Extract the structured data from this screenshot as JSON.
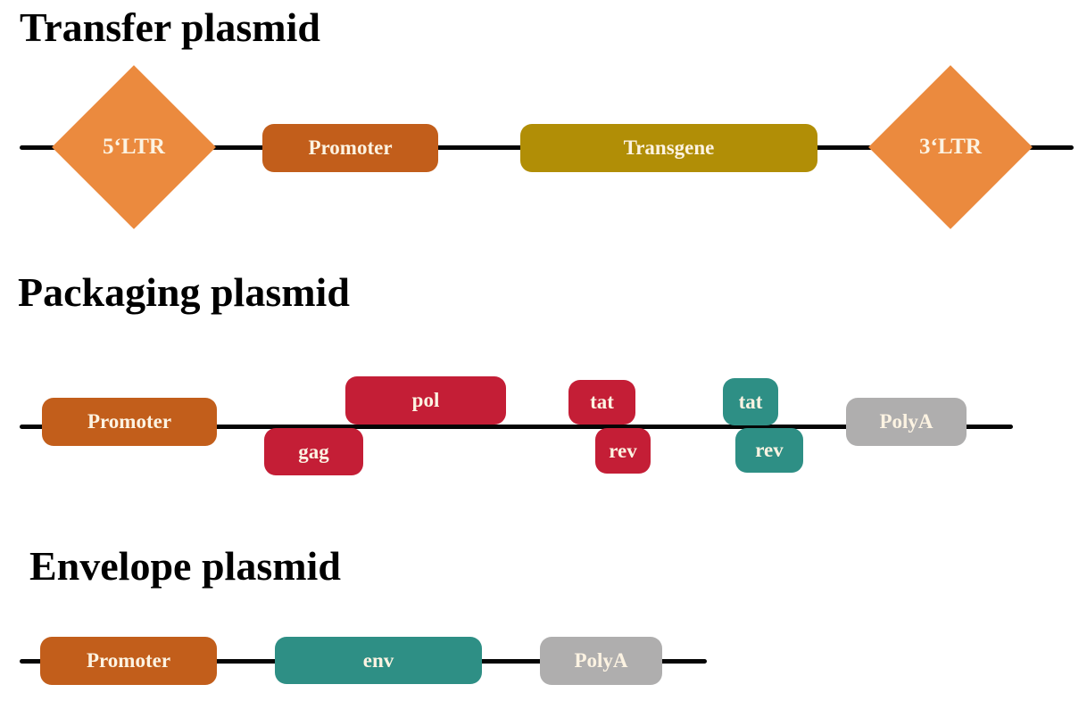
{
  "figure": {
    "sections": [
      {
        "title": "Transfer plasmid",
        "elements": [
          {
            "label": "5‘LTR",
            "shape": "diamond",
            "color": "#EB8A3E"
          },
          {
            "label": "Promoter",
            "shape": "rounded-box",
            "color": "#C25E1B"
          },
          {
            "label": "Transgene",
            "shape": "rounded-box",
            "color": "#B18E06"
          },
          {
            "label": "3‘LTR",
            "shape": "diamond",
            "color": "#EB8A3E"
          }
        ]
      },
      {
        "title": "Packaging plasmid",
        "elements": [
          {
            "label": "Promoter",
            "shape": "rounded-box",
            "color": "#C25E1B",
            "offset": "on-line"
          },
          {
            "label": "gag",
            "shape": "rounded-box",
            "color": "#C41E36",
            "offset": "below-line"
          },
          {
            "label": "pol",
            "shape": "rounded-box",
            "color": "#C41E36",
            "offset": "above-line"
          },
          {
            "label": "tat",
            "shape": "rounded-box",
            "color": "#C41E36",
            "offset": "above-line"
          },
          {
            "label": "rev",
            "shape": "rounded-box",
            "color": "#C41E36",
            "offset": "below-line"
          },
          {
            "label": "tat",
            "shape": "rounded-box",
            "color": "#2E8F85",
            "offset": "above-line"
          },
          {
            "label": "rev",
            "shape": "rounded-box",
            "color": "#2E8F85",
            "offset": "below-line"
          },
          {
            "label": "PolyA",
            "shape": "rounded-box",
            "color": "#AFAEAE",
            "offset": "on-line"
          }
        ]
      },
      {
        "title": "Envelope plasmid",
        "elements": [
          {
            "label": "Promoter",
            "shape": "rounded-box",
            "color": "#C25E1B"
          },
          {
            "label": "env",
            "shape": "rounded-box",
            "color": "#2E8F85"
          },
          {
            "label": "PolyA",
            "shape": "rounded-box",
            "color": "#AFAEAE"
          }
        ]
      }
    ],
    "colors": {
      "ltr_orange": "#EB8A3E",
      "promoter_orange": "#C25E1B",
      "transgene_gold": "#B18E06",
      "gene_crimson": "#C41E36",
      "regulator_teal": "#2E8F85",
      "polya_gray": "#AFAEAE",
      "backbone_line": "#050505",
      "label_text": "#FCF3E2",
      "title_text": "#000000",
      "background": "#FFFFFF"
    }
  }
}
